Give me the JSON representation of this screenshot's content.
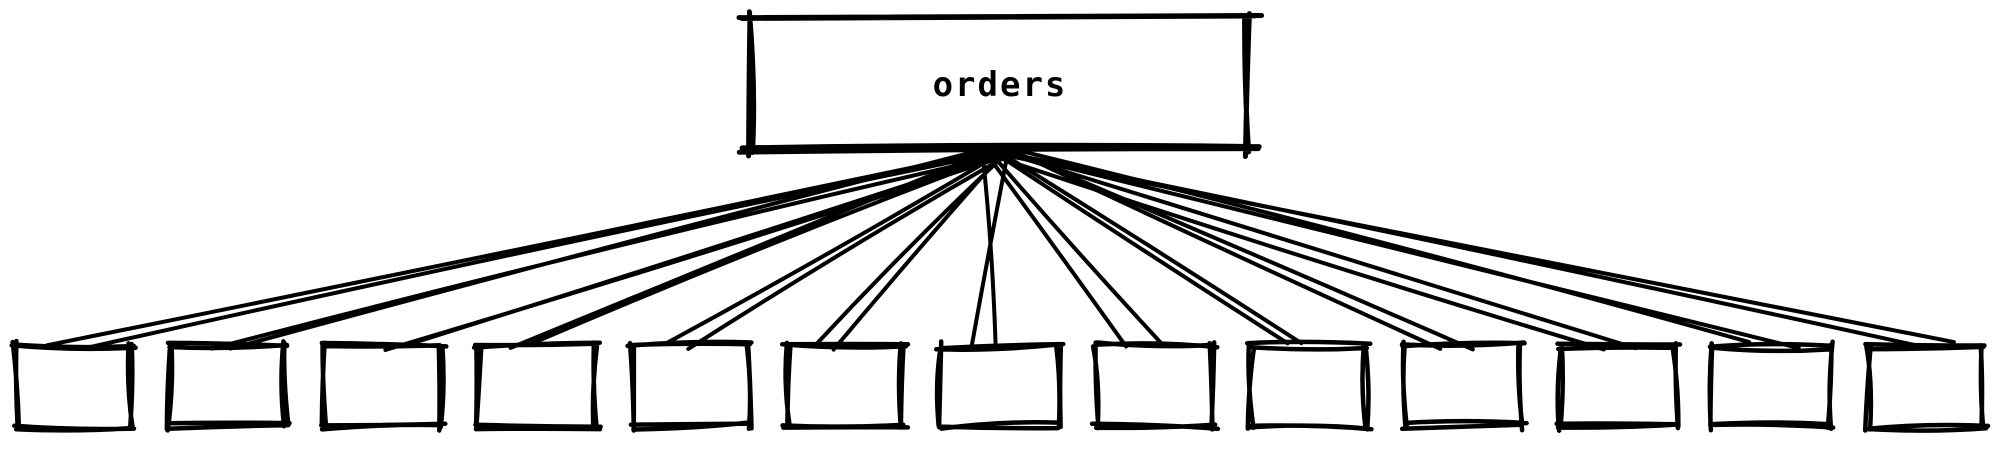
{
  "diagram": {
    "style": "hand-drawn",
    "stroke_color": "#000000",
    "background_color": "#ffffff",
    "root": {
      "label": "orders"
    },
    "child_count": 13,
    "children": [
      {
        "label": ""
      },
      {
        "label": ""
      },
      {
        "label": ""
      },
      {
        "label": ""
      },
      {
        "label": ""
      },
      {
        "label": ""
      },
      {
        "label": ""
      },
      {
        "label": ""
      },
      {
        "label": ""
      },
      {
        "label": ""
      },
      {
        "label": ""
      },
      {
        "label": ""
      },
      {
        "label": ""
      }
    ]
  }
}
